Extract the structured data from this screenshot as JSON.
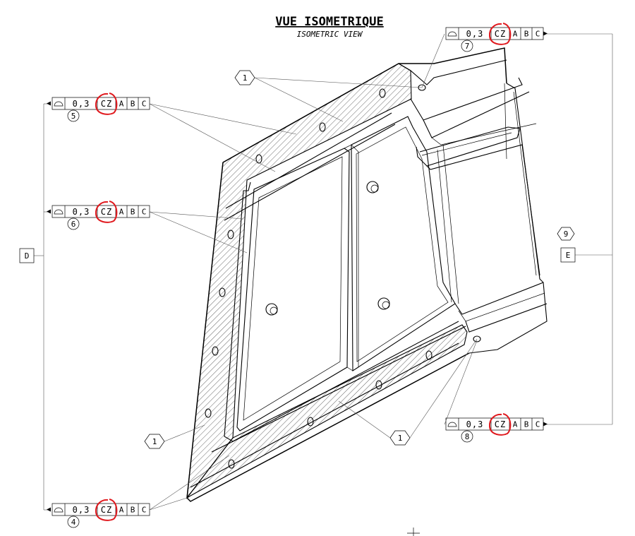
{
  "title": "VUE ISOMETRIQUE",
  "subtitle": "ISOMETRIC VIEW",
  "datums": {
    "left": "D",
    "right": "E"
  },
  "frames": [
    {
      "id": "5",
      "tolerance": "0,3",
      "modifier": "CZ",
      "refs": [
        "A",
        "B",
        "C"
      ]
    },
    {
      "id": "6",
      "tolerance": "0,3",
      "modifier": "CZ",
      "refs": [
        "A",
        "B",
        "C"
      ]
    },
    {
      "id": "4",
      "tolerance": "0,3",
      "modifier": "CZ",
      "refs": [
        "A",
        "B",
        "C"
      ]
    },
    {
      "id": "7",
      "tolerance": "0,3",
      "modifier": "CZ",
      "refs": [
        "A",
        "B",
        "C"
      ]
    },
    {
      "id": "8",
      "tolerance": "0,3",
      "modifier": "CZ",
      "refs": [
        "A",
        "B",
        "C"
      ]
    }
  ],
  "callouts": {
    "top": "1",
    "left_low": "1",
    "bottom_right": "1",
    "right": "9"
  },
  "colors": {
    "highlight": "#e0191e",
    "line": "#000000"
  }
}
